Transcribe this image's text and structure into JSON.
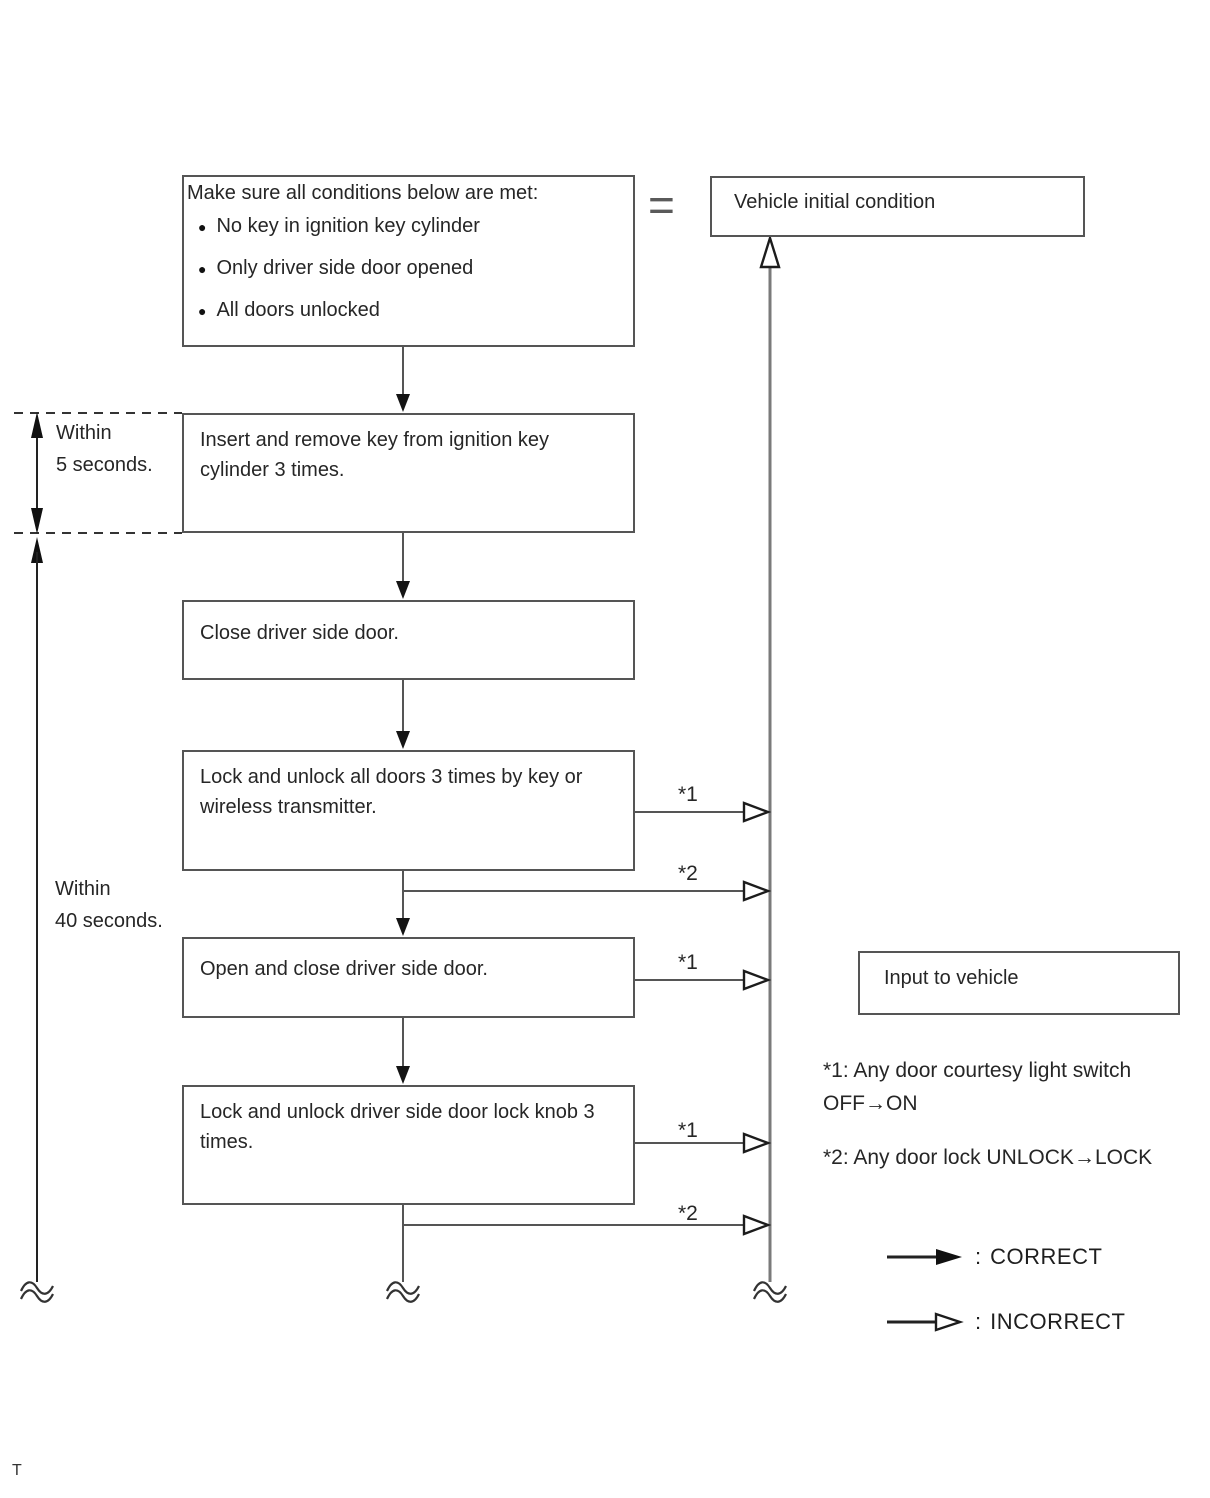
{
  "diagram": {
    "bullet_char": "●",
    "equals": "=",
    "boxes": {
      "conditions_title": "Make sure all conditions below are met:",
      "conditions_bullets": [
        "No key in ignition key cylinder",
        "Only driver side door opened",
        "All doors unlocked"
      ],
      "vehicle_initial": "Vehicle initial condition",
      "insert_key": "Insert and remove key from ignition key cylinder 3 times.",
      "close_door": "Close driver side door.",
      "lock_unlock_all_doors": "Lock and unlock all doors 3 times by key or wireless transmitter.",
      "open_close_door": "Open and close driver side door.",
      "lock_unlock_knob": "Lock and unlock driver side door lock knob 3 times.",
      "input_to_vehicle": "Input to vehicle"
    },
    "timers": {
      "five_line1": "Within",
      "five_line2": "5 seconds.",
      "forty_line1": "Within",
      "forty_line2": "40 seconds."
    },
    "labels": {
      "star1": "*1",
      "star2": "*2"
    },
    "notes": {
      "note1": "*1: Any door courtesy light switch OFF→ON",
      "note2": "*2: Any door lock UNLOCK→LOCK"
    },
    "legend": {
      "colon": ":",
      "correct": "CORRECT",
      "incorrect": "INCORRECT"
    },
    "footer_mark": "T",
    "colors": {
      "background": "#ffffff",
      "box_border": "#555555",
      "line": "#555555",
      "trunk_line": "#7a7a7a",
      "arrowhead": "#141414",
      "text": "#262626"
    }
  }
}
